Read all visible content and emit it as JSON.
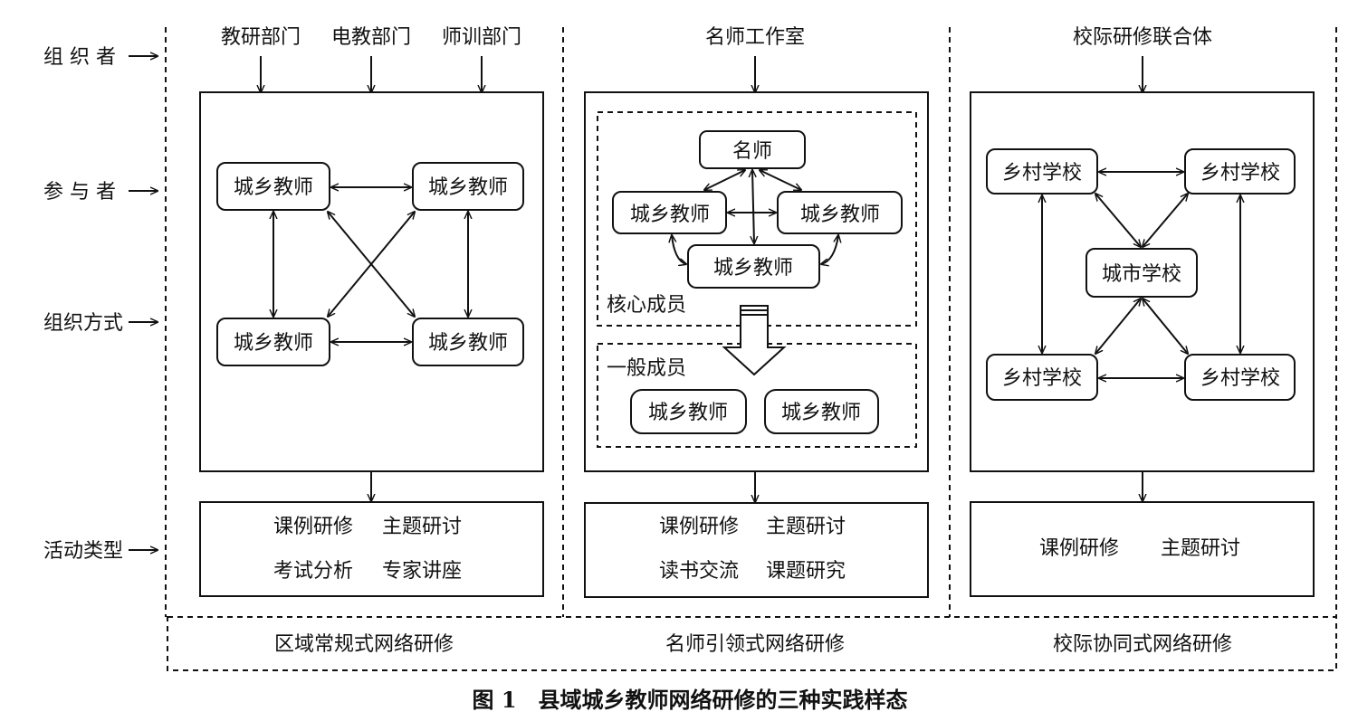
{
  "row_labels": [
    "组 织 者",
    "参 与 者",
    "组织方式",
    "活动类型"
  ],
  "columns": [
    {
      "organizers": [
        "教研部门",
        "电教部门",
        "师训部门"
      ],
      "participants": [
        "城乡教师",
        "城乡教师",
        "城乡教师",
        "城乡教师"
      ],
      "activities": [
        "课例研修",
        "主题研讨",
        "考试分析",
        "专家讲座"
      ],
      "mode": "区域常规式网络研修"
    },
    {
      "organizers": [
        "名师工作室"
      ],
      "leader": "名师",
      "core_members": [
        "城乡教师",
        "城乡教师",
        "城乡教师"
      ],
      "core_label": "核心成员",
      "general_label": "一般成员",
      "general_members": [
        "城乡教师",
        "城乡教师"
      ],
      "activities": [
        "课例研修",
        "主题研讨",
        "读书交流",
        "课题研究"
      ],
      "mode": "名师引领式网络研修"
    },
    {
      "organizers": [
        "校际研修联合体"
      ],
      "schools": [
        "乡村学校",
        "乡村学校",
        "城市学校",
        "乡村学校",
        "乡村学校"
      ],
      "activities": [
        "课例研修",
        "主题研讨"
      ],
      "mode": "校际协同式网络研修"
    }
  ],
  "caption": "图 1　县域城乡教师网络研修的三种实践样态"
}
